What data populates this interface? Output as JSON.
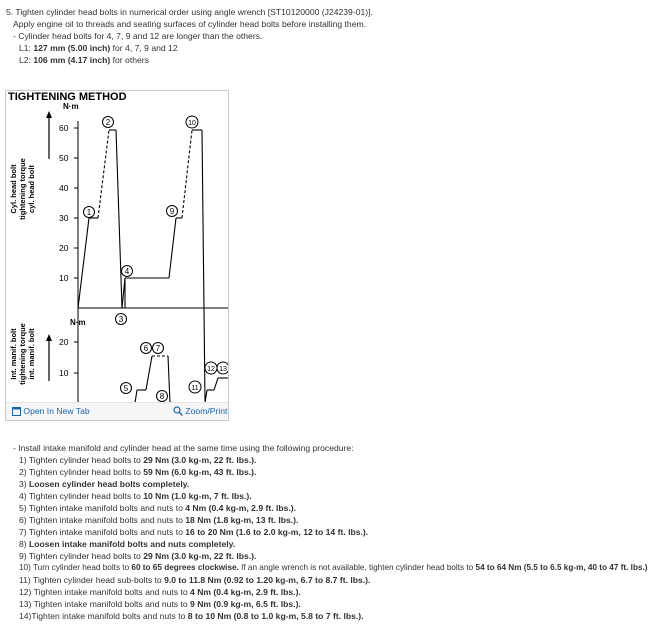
{
  "step5": {
    "line1": "5. Tighten cylinder head bolts in numerical order using angle wrench [ST10120000 (J24239-01)].",
    "line2": "Apply engine oil to threads and seating surfaces of cylinder head bolts before installing them.",
    "line3": "-  Cylinder head bolts for 4, 7, 9 and 12 are longer than the others.",
    "l1_prefix": "L1: ",
    "l1_bold": "127 mm (5.00 inch)",
    "l1_suffix": " for 4, 7, 9 and 12",
    "l2_prefix": "L2: ",
    "l2_bold": "106 mm (4.17 inch)",
    "l2_suffix": " for others"
  },
  "figure": {
    "title": "TIGHTENING METHOD",
    "upper_unit": "N·m",
    "lower_unit": "N·m",
    "upper_ylabel": [
      "Cyl. head bolt",
      "tightening torque",
      "cyl. head bolt"
    ],
    "lower_ylabel": [
      "Int. manif. bolt",
      "tightening torque",
      "int. manif. bolt"
    ],
    "upper_ticks": [
      "60",
      "50",
      "40",
      "30",
      "20",
      "10"
    ],
    "lower_ticks": [
      "20",
      "10"
    ],
    "markers": [
      "1",
      "2",
      "3",
      "4",
      "5",
      "6",
      "7",
      "8",
      "9",
      "10",
      "11",
      "12",
      "13"
    ],
    "open_in_new_tab": "Open In New Tab",
    "zoom_print": "Zoom/Print"
  },
  "procedure": {
    "intro": "-  Install intake manifold and cylinder head at the same time using the following procedure:",
    "steps": [
      {
        "pre": "1) Tighten cylinder head bolts to ",
        "bold": "29 Nm (3.0 kg-m, 22 ft. lbs.).",
        "post": ""
      },
      {
        "pre": "2) Tighten cylinder head bolts to ",
        "bold": "59 Nm (6.0 kg-m, 43 ft. lbs.).",
        "post": ""
      },
      {
        "pre": "3) ",
        "bold": "Loosen cylinder head bolts completely.",
        "post": ""
      },
      {
        "pre": "4) Tighten cylinder head bolts to ",
        "bold": "10 Nm (1.0 kg-m, 7 ft. lbs.).",
        "post": ""
      },
      {
        "pre": "5) Tighten intake manifold bolts and nuts to ",
        "bold": "4 Nm (0.4 kg-m, 2.9 ft. lbs.).",
        "post": ""
      },
      {
        "pre": "6) Tighten intake manifold bolts and nuts to ",
        "bold": "18 Nm (1.8 kg-m, 13 ft. lbs.).",
        "post": ""
      },
      {
        "pre": "7) Tighten intake manifold bolts and nuts to ",
        "bold": "16 to 20 Nm (1.6 to 2.0 kg-m, 12 to 14 ft. lbs.).",
        "post": ""
      },
      {
        "pre": "8) ",
        "bold": "Loosen intake manifold bolts and nuts completely.",
        "post": ""
      },
      {
        "pre": "9) Tighten cylinder head bolts to ",
        "bold": "29 Nm (3.0 kg-m, 22 ft. lbs.).",
        "post": ""
      },
      {
        "pre": "10) Turn cylinder head bolts to ",
        "bold": "60 to 65 degrees clockwise.",
        "post": " If an angle wrench is not available, tighten cylinder head bolts to ",
        "bold2": "54 to 64 Nm (5.5 to 6.5 kg-m, 40 to 47 ft. lbs.)"
      },
      {
        "pre": "11) Tighten cylinder head sub-bolts to ",
        "bold": "9.0 to 11.8 Nm (0.92 to 1.20 kg-m, 6.7 to 8.7 ft. lbs.).",
        "post": ""
      },
      {
        "pre": "12) Tighten intake manifold bolts and nuts to ",
        "bold": "4 Nm (0.4 kg-m, 2.9 ft. lbs.).",
        "post": ""
      },
      {
        "pre": "13) Tighten intake manifold bolts and nuts to ",
        "bold": "9 Nm (0.9 kg-m, 6.5 ft. lbs.).",
        "post": ""
      },
      {
        "pre": "14)Tighten intake manifold bolts and nuts to ",
        "bold": "8 to 10 Nm (0.8 to 1.0 kg-m, 5.8 to 7 ft. lbs.).",
        "post": ""
      }
    ]
  }
}
